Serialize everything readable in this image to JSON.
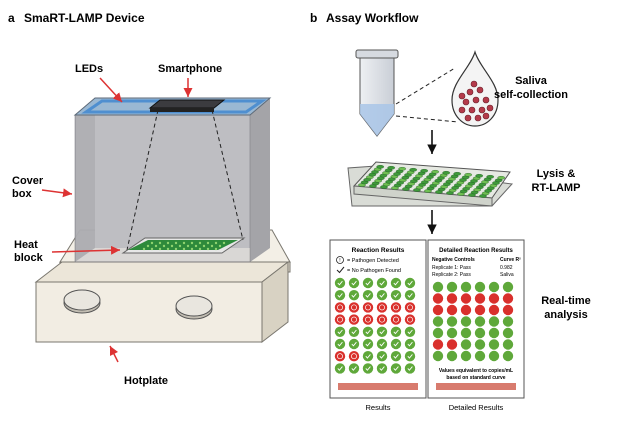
{
  "panel_a": {
    "letter": "a",
    "title": "SmaRT-LAMP Device",
    "labels": {
      "leds": "LEDs",
      "smartphone": "Smartphone",
      "cover_box_1": "Cover",
      "cover_box_2": "box",
      "heat_block_1": "Heat",
      "heat_block_2": "block",
      "hotplate": "Hotplate"
    }
  },
  "panel_b": {
    "letter": "b",
    "title": "Assay Workflow",
    "labels": {
      "saliva_1": "Saliva",
      "saliva_2": "self-collection",
      "lysis_1": "Lysis &",
      "lysis_2": "RT-LAMP",
      "realtime_1": "Real-time",
      "realtime_2": "analysis"
    },
    "results_screen": {
      "title": "Reaction Results",
      "legend_detected": "= Pathogen Detected",
      "legend_none": "= No Pathogen Found",
      "caption": "Results"
    },
    "detailed_screen": {
      "title": "Detailed Reaction Results",
      "col_left": "Negative Controls",
      "col_right": "Curve R²",
      "replicate_1": "Replicate 1: Pass",
      "replicate_2": "Replicate 2: Pass",
      "r2_value": "0.982",
      "saliva_word": "Saliva",
      "footer_1": "Values equivalent to copies/mL",
      "footer_2": "based on standard curve",
      "caption": "Detailed Results"
    }
  },
  "colors": {
    "positive": "#d9302c",
    "negative": "#5fa83a",
    "led_blue": "#7fb2dc",
    "box_gray": "#b4b4b8",
    "hotplate": "#f0ebe0",
    "heat_block": "#2f8a3c",
    "button": "#d87b6e"
  }
}
